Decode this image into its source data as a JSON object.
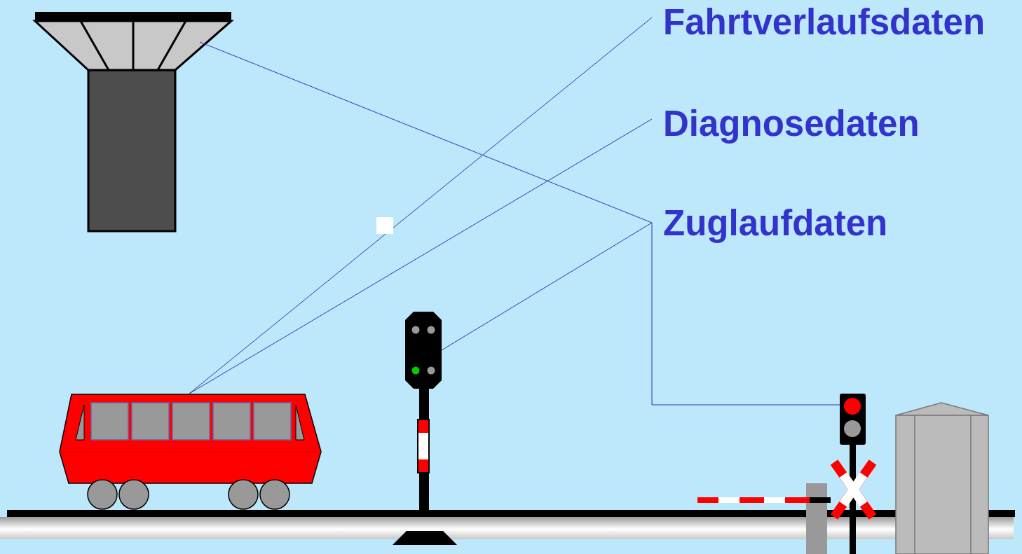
{
  "diagram": {
    "labels": [
      "Fahrtverlaufsdaten",
      "Diagnosedaten",
      "Zuglaufdaten"
    ]
  }
}
